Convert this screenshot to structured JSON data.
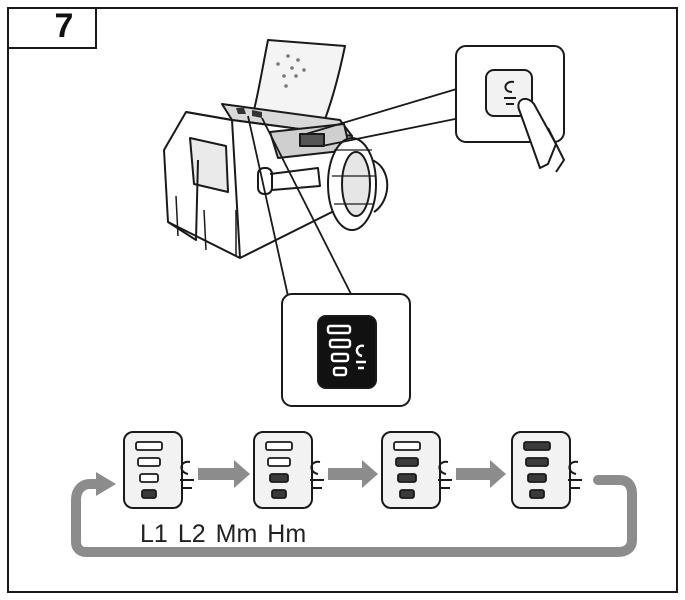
{
  "step": {
    "number": "7"
  },
  "mode_cycle": {
    "labels": [
      "L1",
      "L2",
      "Mm",
      "Hm"
    ],
    "stages": [
      {
        "label": "L1",
        "lit_segments": 1
      },
      {
        "label": "L2",
        "lit_segments": 2
      },
      {
        "label": "Mm",
        "lit_segments": 3
      },
      {
        "label": "Hm",
        "lit_segments": 4
      }
    ]
  },
  "colors": {
    "outline": "#1a1a1a",
    "cycle_arrow": "#8c8c8c",
    "indicator_dark": "#111111",
    "panel_fill": "#f2f2f2"
  },
  "icons": [
    "power-tool-icon",
    "finger-press-icon",
    "mode-indicator-icon",
    "torque-symbol-icon",
    "cycle-arrow-icon"
  ]
}
